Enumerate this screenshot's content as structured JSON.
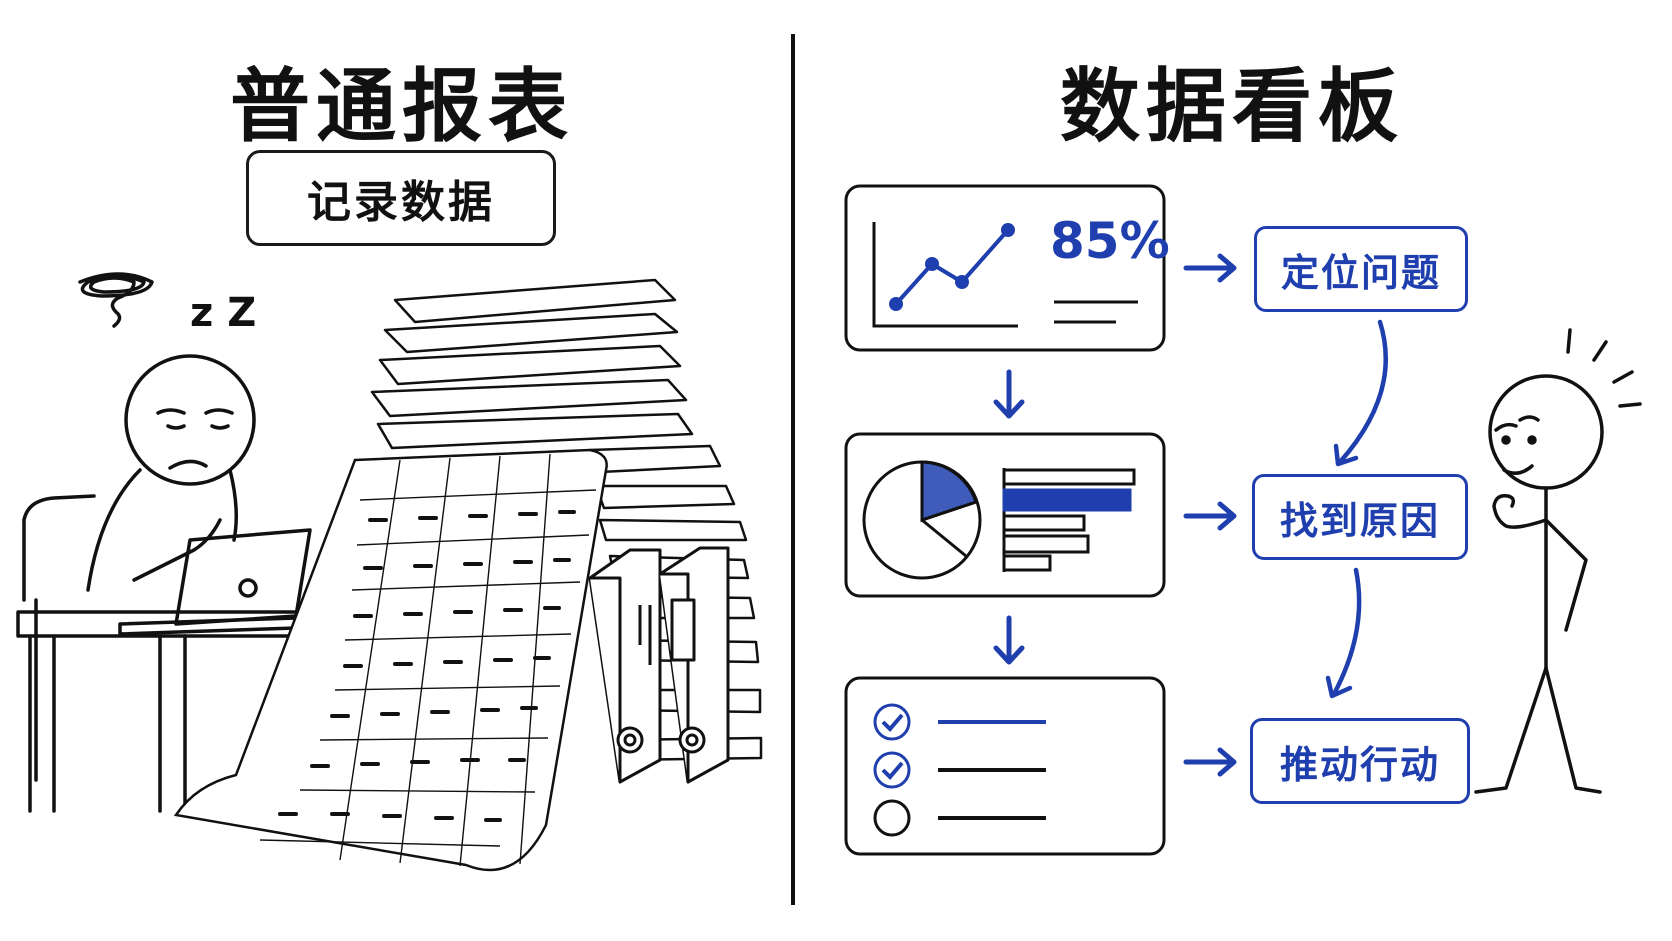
{
  "left": {
    "title": "普通报表",
    "tag": "记录数据",
    "sleep_text": "z Z"
  },
  "right": {
    "title": "数据看板",
    "kpi_value": "85%",
    "steps": [
      "定位问题",
      "找到原因",
      "推动行动"
    ]
  },
  "icons": {
    "sleeping-person": "sleeping-person-icon",
    "paper-stack": "paper-stack-icon",
    "binders": "binder-icon",
    "line-chart": "line-chart-icon",
    "pie-chart": "pie-chart-icon",
    "bar-chart": "bar-chart-icon",
    "checklist": "checklist-icon",
    "thinking-person": "thinking-person-icon"
  },
  "colors": {
    "accent": "#1f3fae",
    "ink": "#111111"
  }
}
